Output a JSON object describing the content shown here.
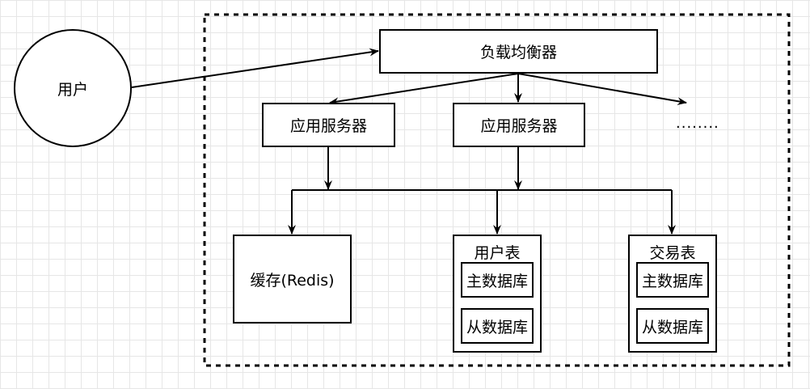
{
  "user": {
    "label": "用户"
  },
  "load_balancer": {
    "label": "负载均衡器"
  },
  "app_servers": [
    {
      "label": "应用服务器"
    },
    {
      "label": "应用服务器"
    }
  ],
  "more_servers": {
    "label": "........"
  },
  "cache": {
    "label": "缓存(Redis)"
  },
  "tables": [
    {
      "title": "用户表",
      "master": "主数据库",
      "slave": "从数据库"
    },
    {
      "title": "交易表",
      "master": "主数据库",
      "slave": "从数据库"
    }
  ]
}
